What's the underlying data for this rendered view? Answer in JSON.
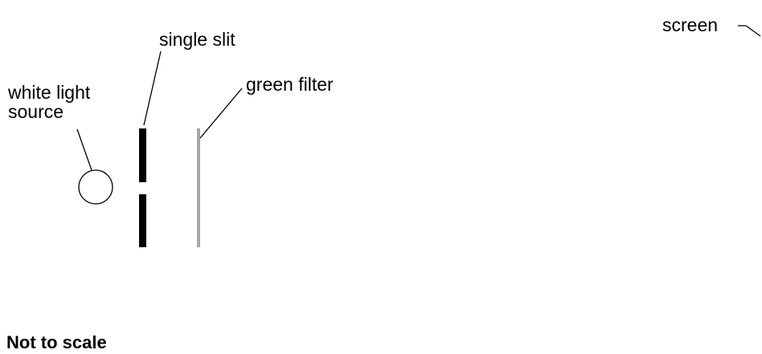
{
  "labels": {
    "screen": "screen",
    "single_slit": "single slit",
    "green_filter": "green filter",
    "white_light_line1": "white light",
    "white_light_line2": "source",
    "footnote": "Not to scale"
  },
  "colors": {
    "background": "#ffffff",
    "slit": "#000000",
    "filter": "#a6a6a6",
    "leader_line": "#000000"
  }
}
